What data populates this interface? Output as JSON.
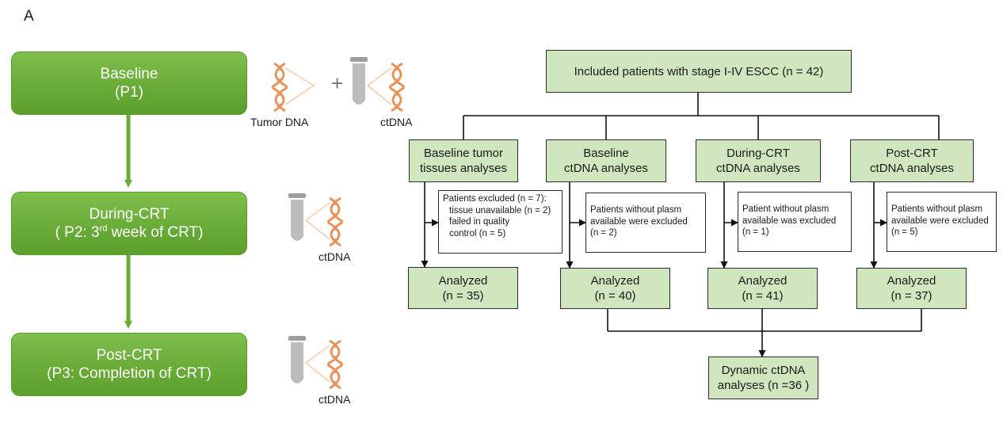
{
  "panel_label": "A",
  "timeline": {
    "stages": [
      {
        "title": "Baseline",
        "subtitle": "(P1)"
      },
      {
        "title": "During-CRT",
        "subtitle_pre": "( P2: 3",
        "subtitle_sup": "rd",
        "subtitle_post": " week of CRT)"
      },
      {
        "title": "Post-CRT",
        "subtitle": "(P3: Completion of CRT)"
      }
    ],
    "plus": "+",
    "captions": {
      "tumor_dna": "Tumor DNA",
      "ctdna_1": "ctDNA",
      "ctdna_2": "ctDNA",
      "ctdna_3": "ctDNA"
    }
  },
  "flowchart": {
    "top": "Included patients with stage I-IV ESCC (n = 42)",
    "branches": [
      {
        "line1": "Baseline tumor",
        "line2": "tissues analyses",
        "excluded": [
          "Patients excluded (n = 7):",
          "tissue unavailable (n = 2)",
          "failed in quality",
          "control (n = 5)"
        ],
        "analyzed": "Analyzed",
        "n": "(n = 35)"
      },
      {
        "line1": "Baseline",
        "line2": "ctDNA analyses",
        "excluded": [
          "Patients without plasm",
          "available were excluded",
          "(n = 2)"
        ],
        "analyzed": "Analyzed",
        "n": "(n = 40)"
      },
      {
        "line1": "During-CRT",
        "line2": "ctDNA analyses",
        "excluded": [
          "Patient without plasm",
          "available was excluded",
          "(n = 1)"
        ],
        "analyzed": "Analyzed",
        "n": "(n = 41)"
      },
      {
        "line1": "Post-CRT",
        "line2": "ctDNA analyses",
        "excluded": [
          "Patients without plasm",
          "available were excluded",
          "(n = 5)"
        ],
        "analyzed": "Analyzed",
        "n": "(n = 37)"
      }
    ],
    "final": {
      "line1": "Dynamic ctDNA",
      "line2": "analyses (n =36 )"
    }
  },
  "colors": {
    "stage_green": "#6aac38",
    "box_green": "#cfe6bf",
    "dna_orange": "#e8935a",
    "tube_gray": "#bdbdbd"
  },
  "icons": [
    "dna-helix-icon",
    "test-tube-icon"
  ]
}
